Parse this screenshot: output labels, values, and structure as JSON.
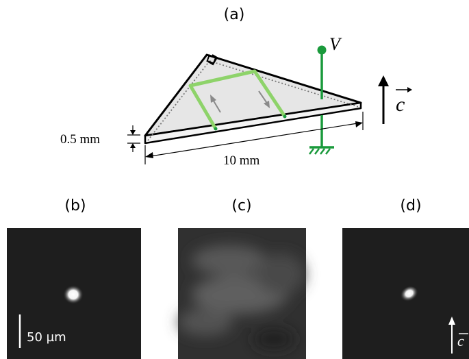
{
  "panels": {
    "a": {
      "label": "(a)"
    },
    "b": {
      "label": "(b)",
      "scale_bar_text": "50 µm"
    },
    "c": {
      "label": "(c)"
    },
    "d": {
      "label": "(d)"
    }
  },
  "diagram": {
    "voltage_label": "V",
    "thickness_label": "0.5 mm",
    "length_label": "10 mm",
    "c_axis_label": "c",
    "colors": {
      "electrode": "#1a9a3c",
      "beam": "#8ed36a",
      "crystal_face": "#e6e6e6",
      "arrow_gray": "#8a8a8a"
    }
  }
}
